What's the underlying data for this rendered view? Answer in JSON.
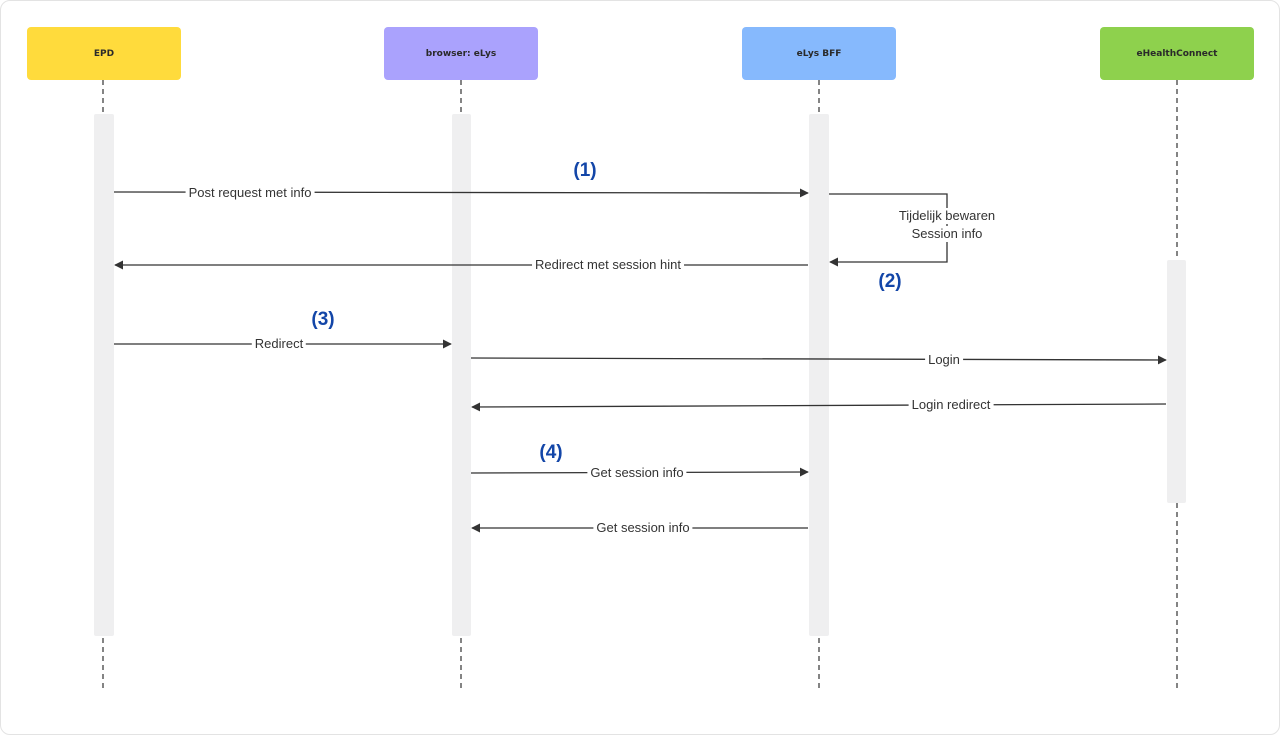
{
  "participants": [
    {
      "name": "EPD",
      "color": "#ffdb3c"
    },
    {
      "name": "browser: eLys",
      "color": "#aaa2fd"
    },
    {
      "name": "eLys BFF",
      "color": "#86b9fd"
    },
    {
      "name": "eHealthConnect",
      "color": "#8ed14d"
    }
  ],
  "messages": [
    {
      "label": "Post request met info"
    },
    {
      "label": "Redirect met session hint"
    },
    {
      "label": "Redirect"
    },
    {
      "label": "Login"
    },
    {
      "label": "Login redirect"
    },
    {
      "label": "Get session info"
    },
    {
      "label": "Get session info"
    }
  ],
  "self_message": {
    "line1": "Tijdelijk bewaren",
    "line2": "Session info"
  },
  "steps": [
    "(1)",
    "(2)",
    "(3)",
    "(4)"
  ]
}
